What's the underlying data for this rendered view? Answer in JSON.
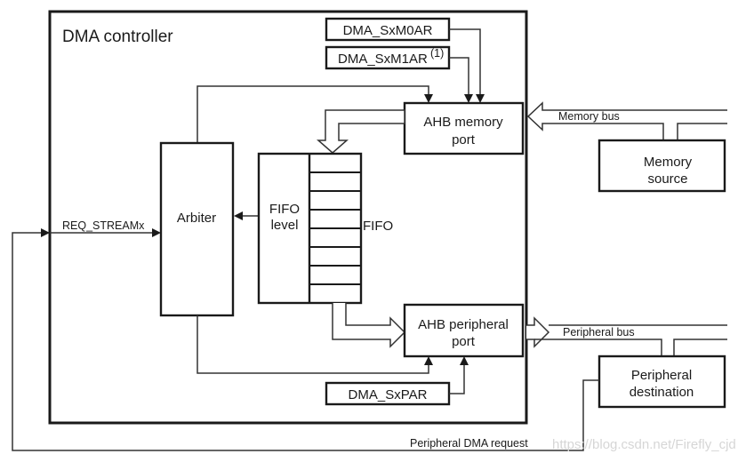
{
  "diagram": {
    "title": "DMA controller",
    "registers": {
      "m0ar": "DMA_SxM0AR",
      "m1ar": "DMA_SxM1AR",
      "m1ar_footnote": "(1)",
      "par": "DMA_SxPAR"
    },
    "blocks": {
      "arbiter": "Arbiter",
      "fifo_level_line1": "FIFO",
      "fifo_level_line2": "level",
      "fifo": "FIFO",
      "fifo_cells": 8,
      "ahb_memory_port_line1": "AHB memory",
      "ahb_memory_port_line2": "port",
      "ahb_peripheral_port_line1": "AHB peripheral",
      "ahb_peripheral_port_line2": "port",
      "memory_source_line1": "Memory",
      "memory_source_line2": "source",
      "peripheral_destination_line1": "Peripheral",
      "peripheral_destination_line2": "destination"
    },
    "signals": {
      "req_stream": "REQ_STREAMx",
      "memory_bus": "Memory bus",
      "peripheral_bus": "Peripheral bus",
      "peripheral_dma_request": "Peripheral DMA request"
    },
    "watermark": "https://blog.csdn.net/Firefly_cjd"
  }
}
